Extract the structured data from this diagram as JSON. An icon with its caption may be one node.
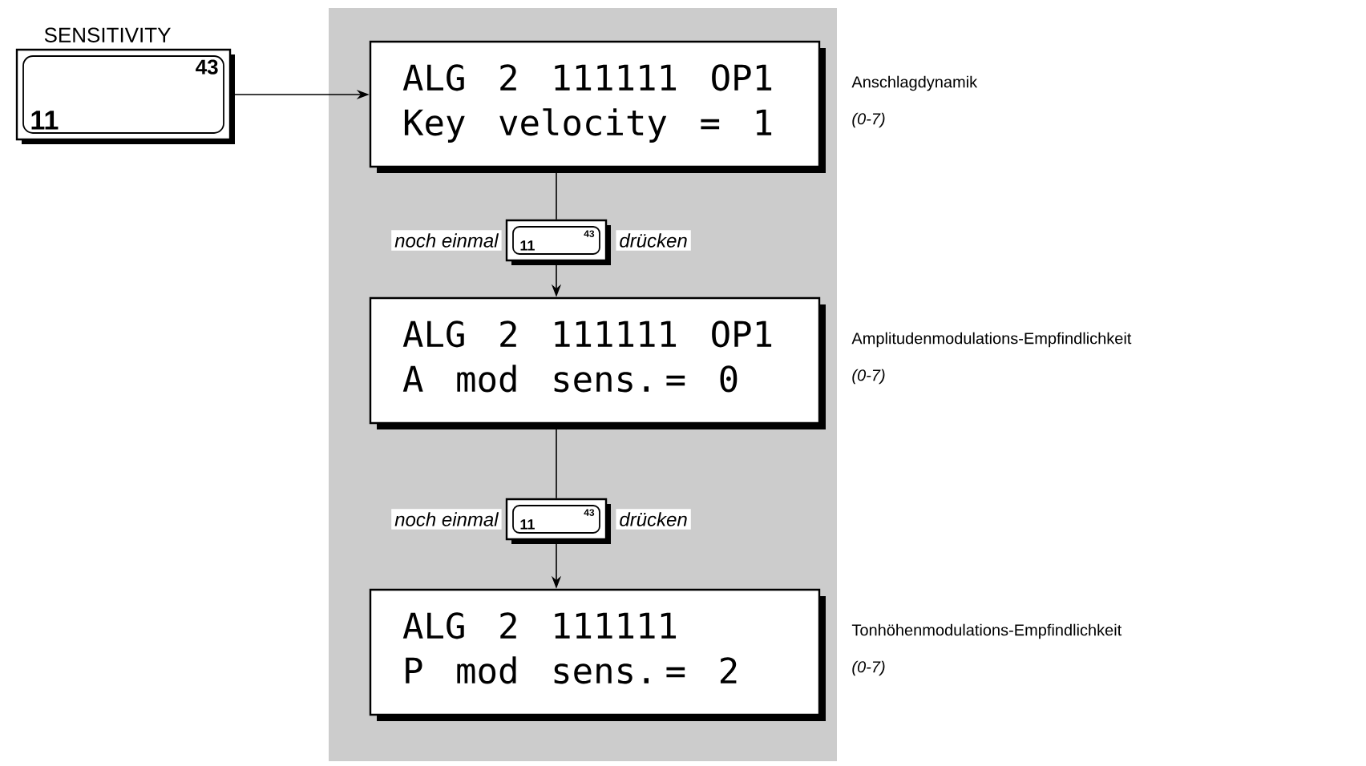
{
  "diagram": {
    "nodes": [
      {
        "text": [
          "SENSITIVITY",
          "43",
          "11"
        ]
      },
      {
        "text": [
          "ALG 2 111111 OP1",
          "Key velocity = 1"
        ],
        "beside": [
          "Anschlagdynamik",
          "*(0-7)*"
        ]
      },
      {
        "text": [
          "43",
          "11"
        ],
        "beside": [
          "noch einmal",
          "drücken"
        ]
      },
      {
        "text": [
          "ALG 2 111111 OP1",
          "A mod sens. = 0"
        ],
        "beside": [
          "Amplitudenmodulations-Empfindlichkeit",
          "*(0-7)*"
        ]
      },
      {
        "text": [
          "43",
          "11"
        ],
        "beside": [
          "noch einmal",
          "drücken"
        ]
      },
      {
        "text": [
          "ALG 2 111111",
          "P mod sens. = 2"
        ],
        "beside": [
          "Tonhöhenmodulations-Empfindlichkeit",
          "*(0-7)*"
        ]
      }
    ],
    "edges": [
      {
        "from": 0,
        "to": 1,
        "arrow": "to"
      },
      {
        "from": 1,
        "to": 2,
        "arrow": "none"
      },
      {
        "from": 2,
        "to": 3,
        "arrow": "to"
      },
      {
        "from": 3,
        "to": 4,
        "arrow": "none"
      },
      {
        "from": 4,
        "to": 5,
        "arrow": "to"
      }
    ]
  }
}
